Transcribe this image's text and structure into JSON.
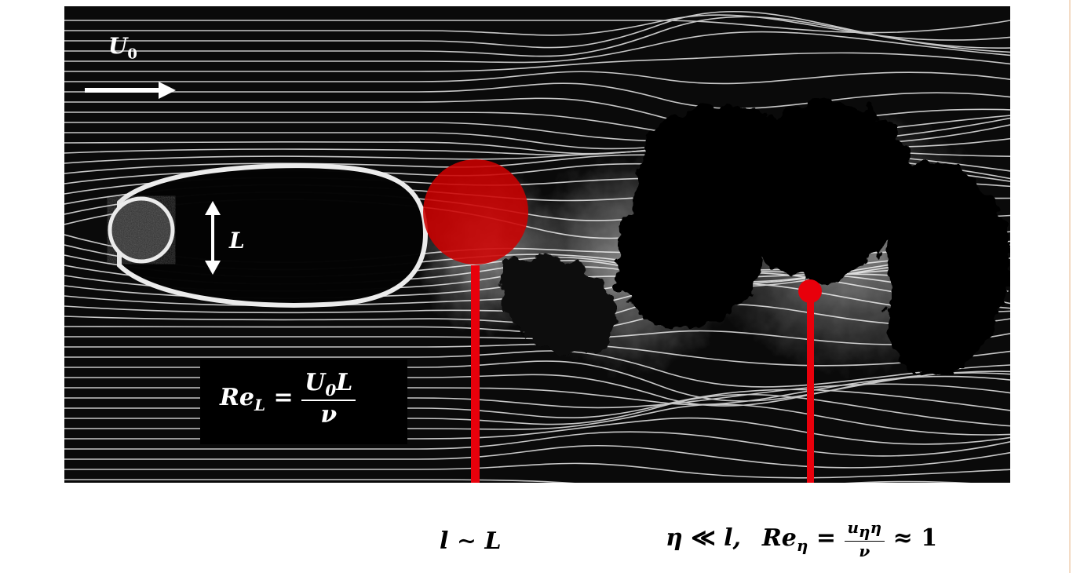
{
  "labels": {
    "velocity_symbol": "U",
    "velocity_subscript": "0",
    "length_symbol": "L",
    "reynolds": {
      "lhs": "Re",
      "lhs_sub": "L",
      "eq": "=",
      "num_sym": "U",
      "num_sub": "0",
      "num_tail": "L",
      "den": "ν"
    },
    "scale_relation": {
      "l": "l",
      "op": "∼",
      "L": "L"
    },
    "kolmogorov_relation": {
      "eta": "η",
      "op1": "≪",
      "l": "l,",
      "re": "Re",
      "re_sub": "η",
      "eq": "=",
      "num_sym": "u",
      "num_sub": "η",
      "num_tail": "η",
      "den": "ν",
      "op2": "≈",
      "rhs": "1"
    }
  },
  "colors": {
    "marker_red": "#e8000b",
    "large_eddy_red": "#cc0000",
    "flow_white": "#ffffff",
    "background_dark": "#0a0a0a",
    "sidebar_rule": "#f4dcc6"
  }
}
